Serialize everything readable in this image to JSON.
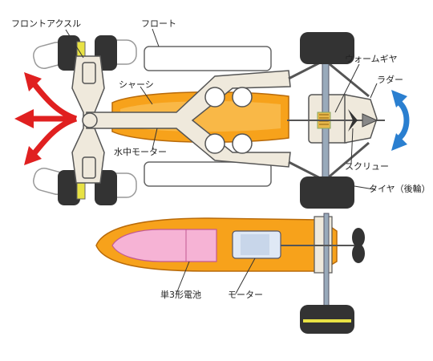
{
  "labels": {
    "front_axle": "フロントアクスル",
    "float": "フロート",
    "chassis": "シャーシ",
    "underwater_motor": "水中モーター",
    "worm_gear": "ウォームギヤ",
    "rudder": "ラダー",
    "screw": "スクリュー",
    "rear_tire": "タイヤ（後輪）",
    "aa_battery": "単3形電池",
    "motor": "モーター"
  },
  "colors": {
    "chassis": "#efe9dc",
    "orange": "#f7a21b",
    "pink": "#f6b3d5",
    "tire": "#333333",
    "wheel_hub": "#e8e244",
    "float": "#ffffff",
    "red_arrow": "#e02020",
    "blue_arrow": "#2a7fd0",
    "outline": "#444444"
  }
}
